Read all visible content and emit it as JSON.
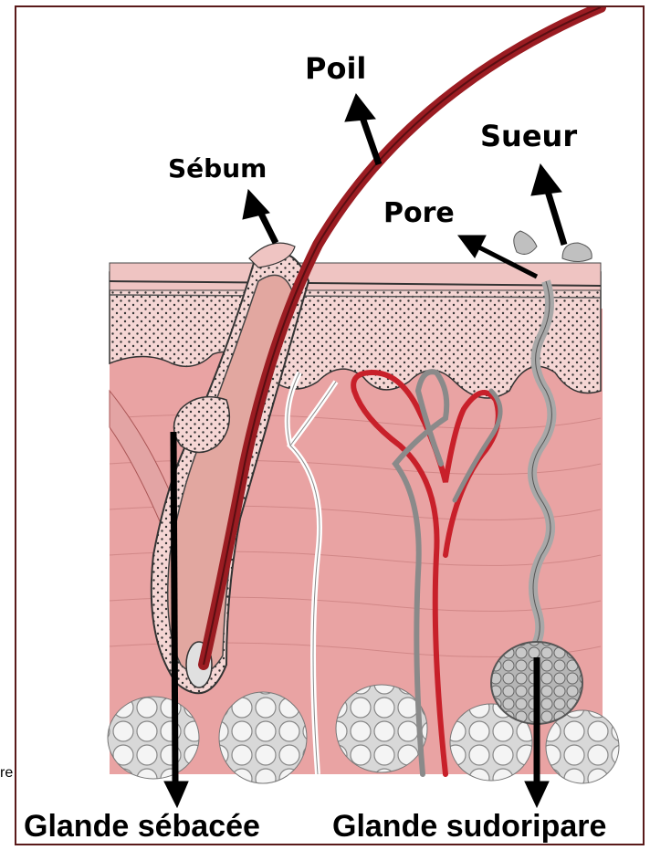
{
  "labels": {
    "poil": "Poil",
    "sebum": "Sébum",
    "sueur": "Sueur",
    "pore": "Pore",
    "glande_sebacee": "Glande sébacée",
    "glande_sudoripare": "Glande sudoripare"
  },
  "stray_text": "re",
  "colors": {
    "dermis": "#e9a3a3",
    "epidermis": "#f5d6d4",
    "hair": "#9b1c22",
    "blood_vessel": "#c8202a",
    "sweat_gland": "#a8a8a8",
    "frame": "#5a1a1a"
  }
}
